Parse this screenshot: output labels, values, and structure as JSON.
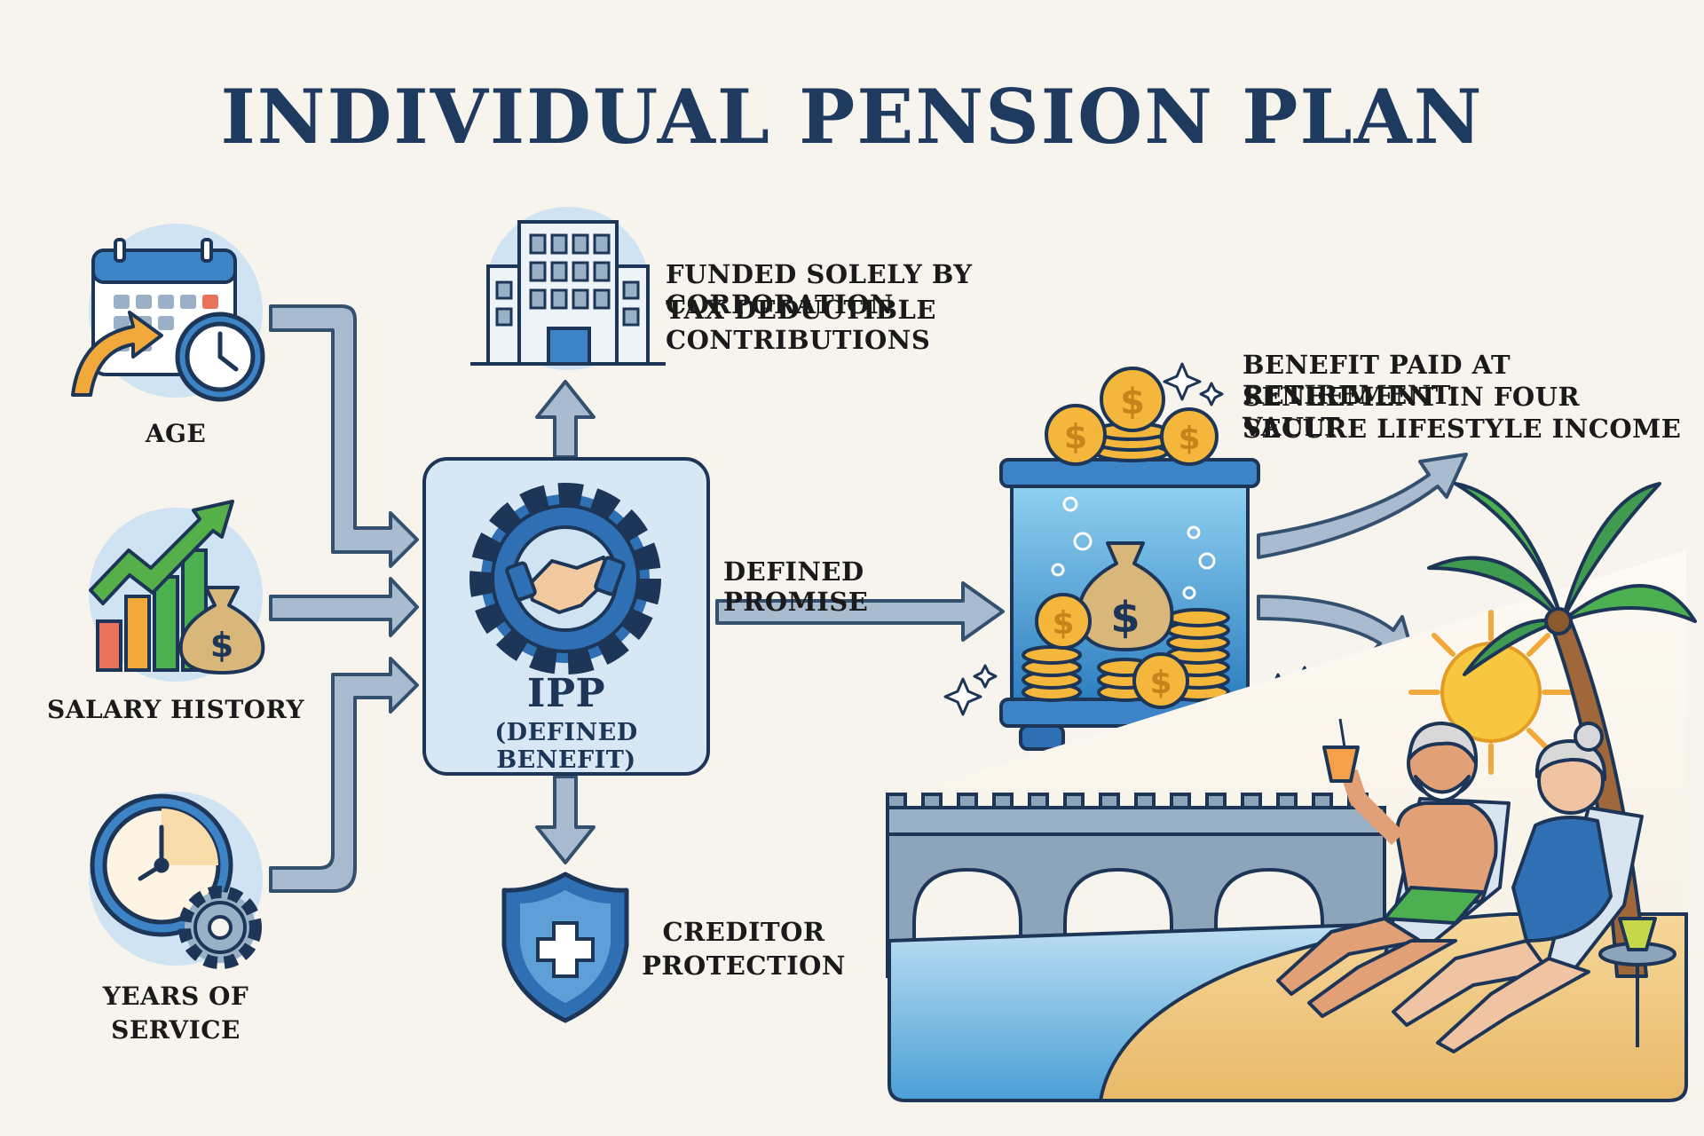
{
  "title": "INDIVIDUAL PENSION PLAN",
  "inputs": {
    "age": "AGE",
    "salary": "SALARY HISTORY",
    "years_line1": "YEARS OF",
    "years_line2": "SERVICE"
  },
  "center": {
    "ipp": "IPP",
    "defined_benefit": "(DEFINED BENEFIT)"
  },
  "funding": {
    "line1": "FUNDED SOLELY BY CORPORATION",
    "line2": "TAX DEDUCTIBLE CONTRIBUTIONS"
  },
  "promise": "DEFINED PROMISE",
  "retirement": {
    "line1": "BENEFIT PAID AT RETIREMENT",
    "line2": "SENEEMENT IN FOUR VAULT",
    "line3": "SECURE LIFESTYLE INCOME"
  },
  "protection": {
    "line1": "CREDITOR",
    "line2": "PROTECTION"
  },
  "icons": [
    "calendar-icon",
    "clock-icon",
    "growth-chart-icon",
    "money-bag-icon",
    "stopwatch-icon",
    "gear-icon",
    "handshake-gear-icon",
    "office-building-icon",
    "shield-cross-icon",
    "coin-vault-icon",
    "palm-tree-icon",
    "sun-icon",
    "bridge-icon",
    "retired-couple-icon"
  ],
  "colors": {
    "title": "#1f3a5f",
    "arrow": "#9fb3c8",
    "arrow_stroke": "#35506e",
    "accent_blue": "#2f6fb3",
    "coin": "#f4b63b",
    "background": "#f7f4ee"
  }
}
